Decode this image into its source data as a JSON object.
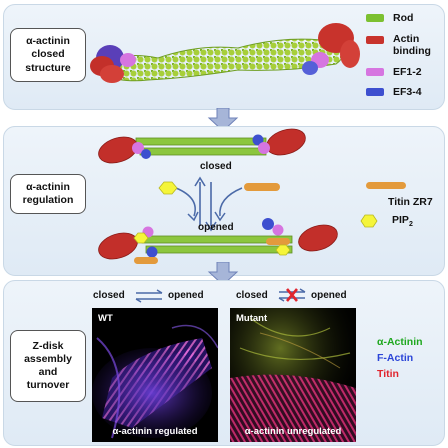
{
  "panels": {
    "structure": {
      "label_lines": [
        "α-actinin",
        "closed",
        "structure"
      ]
    },
    "regulation": {
      "label_lines": [
        "α-actinin",
        "regulation"
      ],
      "closed": "closed",
      "opened": "opened"
    },
    "zdisk": {
      "label_lines": [
        "Z-disk",
        "assembly",
        "and",
        "turnover"
      ]
    }
  },
  "legend_domains": [
    {
      "label_lines": [
        "Rod"
      ],
      "color": "#7cc030"
    },
    {
      "label_lines": [
        "Actin",
        "binding"
      ],
      "color": "#c8332c"
    },
    {
      "label_lines": [
        "EF1-2"
      ],
      "color": "#d675e0"
    },
    {
      "label_lines": [
        "EF3-4"
      ],
      "color": "#3d4fcf"
    }
  ],
  "legend_ligands": [
    {
      "label": "Titin ZR7",
      "color": "#e39a3c"
    },
    {
      "label": "PIP",
      "sub": "2",
      "color": "#f5f53a"
    }
  ],
  "states": {
    "wt": {
      "closed": "closed",
      "opened": "opened",
      "crossed": false
    },
    "mutant": {
      "closed": "closed",
      "opened": "opened",
      "crossed": true
    }
  },
  "images": {
    "wt": {
      "tag": "WT",
      "caption": "α-actinin regulated"
    },
    "mutant": {
      "tag": "Mutant",
      "caption": "α-actinin unregulated"
    }
  },
  "stain_legend": [
    {
      "label": "α-Actinin",
      "color": "#1fa81f"
    },
    {
      "label": "F-Actin",
      "color": "#2b45d8"
    },
    {
      "label": "Titin",
      "color": "#e0252e"
    }
  ]
}
